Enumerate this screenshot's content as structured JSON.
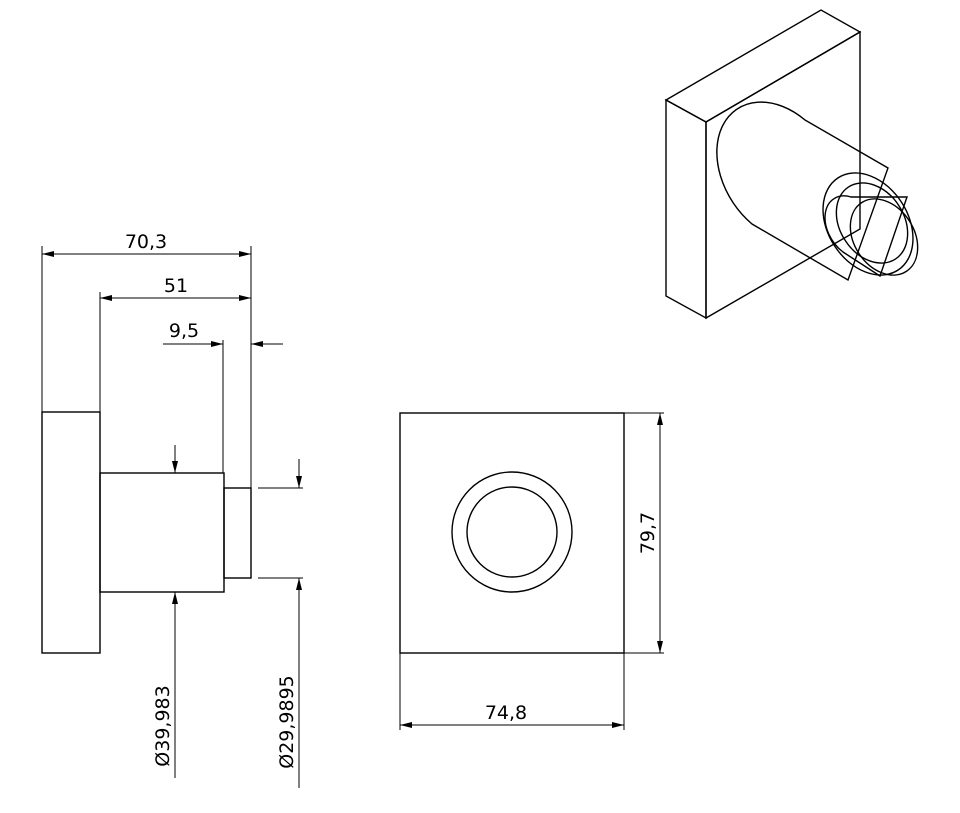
{
  "side_view": {
    "dim_overall_length": "70,3",
    "dim_cylinder_length": "51",
    "dim_step_length": "9,5",
    "dim_cylinder_diameter": "Ø39,983",
    "dim_step_diameter": "Ø29,9895"
  },
  "front_view": {
    "dim_width": "74,8",
    "dim_height": "79,7"
  },
  "colors": {
    "line": "#000000",
    "background": "#ffffff"
  }
}
